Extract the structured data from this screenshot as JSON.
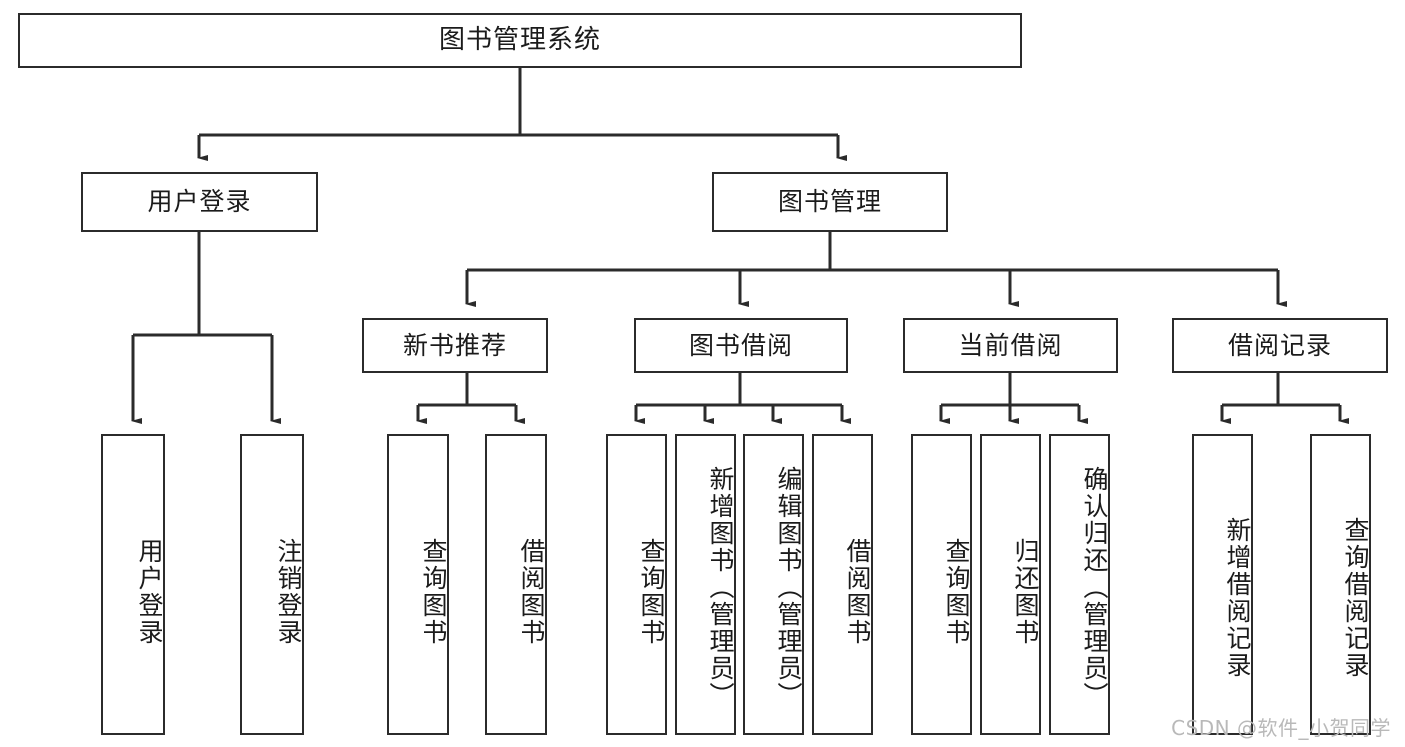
{
  "diagram": {
    "title": "图书管理系统",
    "type": "hierarchy-tree",
    "watermark": "CSDN @软件_小贺同学",
    "colors": {
      "box_border": "#2b2b2b",
      "box_fill": "#ffffff",
      "edge": "#2b2b2b",
      "text": "#1b1b1b",
      "watermark": "#b9b9b9"
    },
    "nodes": {
      "root": {
        "label": "图书管理系统"
      },
      "level2": [
        {
          "id": "user-login",
          "label": "用户登录"
        },
        {
          "id": "book-management",
          "label": "图书管理"
        }
      ],
      "level3": [
        {
          "id": "new-book-recommend",
          "label": "新书推荐"
        },
        {
          "id": "book-borrow",
          "label": "图书借阅"
        },
        {
          "id": "current-borrow",
          "label": "当前借阅"
        },
        {
          "id": "borrow-record",
          "label": "借阅记录"
        }
      ],
      "leaves": {
        "user_login": [
          {
            "id": "leaf-user-login",
            "label": "用户登录"
          },
          {
            "id": "leaf-logout-login",
            "label": "注销登录"
          }
        ],
        "new_book_recommend": [
          {
            "id": "leaf-query-book-1",
            "label": "查询图书"
          },
          {
            "id": "leaf-borrow-book-1",
            "label": "借阅图书"
          }
        ],
        "book_borrow": [
          {
            "id": "leaf-query-book-2",
            "label": "查询图书"
          },
          {
            "id": "leaf-add-book",
            "label": "新增图书（管理员）"
          },
          {
            "id": "leaf-edit-book",
            "label": "编辑图书（管理员）"
          },
          {
            "id": "leaf-borrow-book-2",
            "label": "借阅图书"
          }
        ],
        "current_borrow": [
          {
            "id": "leaf-query-book-3",
            "label": "查询图书"
          },
          {
            "id": "leaf-return-book",
            "label": "归还图书"
          },
          {
            "id": "leaf-confirm-return",
            "label": "确认归还（管理员）"
          }
        ],
        "borrow_record": [
          {
            "id": "leaf-add-record",
            "label": "新增借阅记录"
          },
          {
            "id": "leaf-query-record",
            "label": "查询借阅记录"
          }
        ]
      }
    }
  }
}
